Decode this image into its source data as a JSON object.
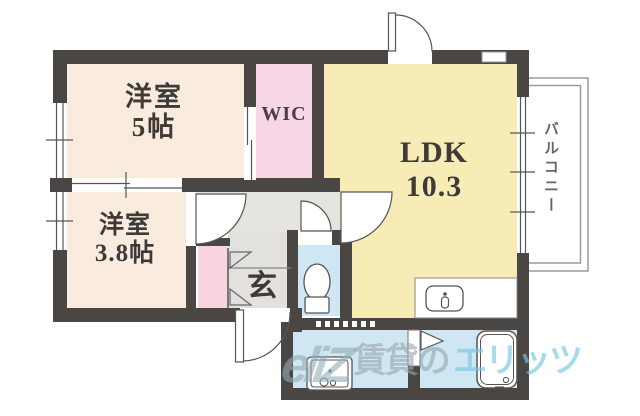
{
  "plan": {
    "rooms": {
      "western_room_5": {
        "name": "洋室",
        "size": "5帖"
      },
      "wic": {
        "label": "WIC"
      },
      "ldk": {
        "name": "LDK",
        "size": "10.3"
      },
      "western_room_38": {
        "name": "洋室",
        "size": "3.8帖"
      },
      "genkan": {
        "label": "玄"
      },
      "balcony": {
        "label": "バルコニー"
      }
    },
    "fixtures": {
      "toilet": "toilet-icon",
      "kitchen_sink": "kitchen-sink-icon",
      "washing_machine": "washing-machine-icon",
      "bathtub": "bathtub-icon"
    },
    "colors": {
      "wall": "#4a4644",
      "room_cream": "#f9ecdf",
      "room_yellow": "#f8ecb6",
      "room_pink": "#f7d7e5",
      "closet_pink": "#f8d3e1",
      "water_blue": "#cfe7f3",
      "hall_gray": "#e5e4e1",
      "balcony_line": "#9a9a9a"
    }
  },
  "watermark": {
    "logo": "eliZ",
    "gray_text": "賃貸の",
    "cyan_text": "エリッツ"
  }
}
